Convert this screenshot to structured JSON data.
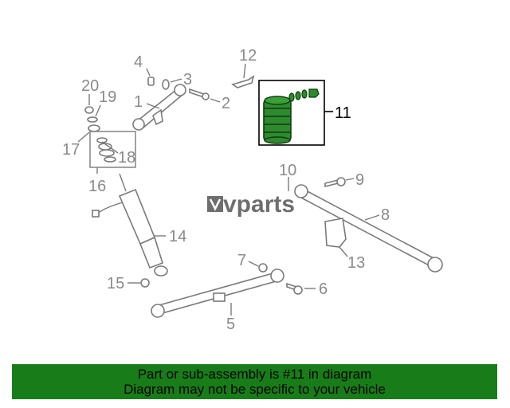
{
  "watermark": {
    "text": "vparts"
  },
  "callouts": {
    "c1": "1",
    "c2": "2",
    "c3": "3",
    "c4": "4",
    "c5": "5",
    "c6": "6",
    "c7": "7",
    "c8": "8",
    "c9": "9",
    "c10": "10",
    "c11": "11",
    "c12": "12",
    "c13": "13",
    "c14": "14",
    "c15": "15",
    "c16": "16",
    "c17": "17",
    "c18": "18",
    "c19": "19",
    "c20": "20"
  },
  "highlighted_callout": "11",
  "banner": {
    "line1": "Part or sub-assembly is #11 in diagram",
    "line2": "Diagram may not be specific to your vehicle",
    "color": "#187d18"
  }
}
